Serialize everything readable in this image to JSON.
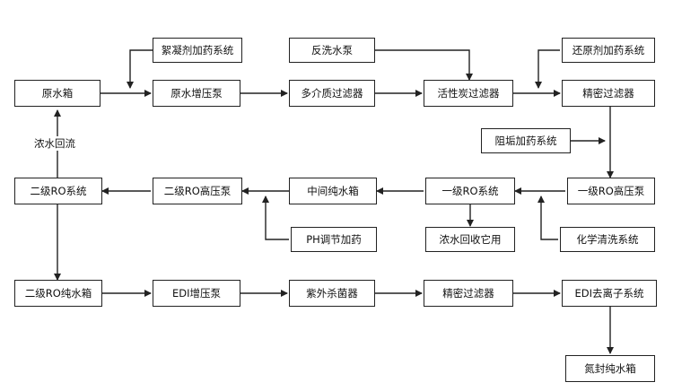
{
  "nodes": {
    "raw_tank": "原水箱",
    "flocculant_dosing": "絮凝剂加药系统",
    "raw_booster_pump": "原水增压泵",
    "backwash_pump": "反洗水泵",
    "multimedia_filter": "多介质过滤器",
    "carbon_filter": "活性炭过滤器",
    "reductant_dosing": "还原剂加药系统",
    "precision_filter_1": "精密过滤器",
    "antiscalant_dosing": "阻垢加药系统",
    "ro1_hp_pump": "一级RO高压泵",
    "chemical_cleaning": "化学清洗系统",
    "ro1_system": "一级RO系统",
    "concentrate_reuse": "浓水回收它用",
    "intermediate_tank": "中间纯水箱",
    "ph_dosing": "PH调节加药",
    "ro2_hp_pump": "二级RO高压泵",
    "ro2_system": "二级RO系统",
    "ro2_pure_tank": "二级RO纯水箱",
    "edi_booster_pump": "EDI增压泵",
    "uv_sterilizer": "紫外杀菌器",
    "precision_filter_2": "精密过滤器",
    "edi_system": "EDI去离子系统",
    "nitrogen_tank": "氮封纯水箱"
  },
  "edge_labels": {
    "concentrate_return": "浓水回流"
  },
  "colors": {
    "line": "#222222",
    "box_border": "#222222",
    "background": "#ffffff"
  }
}
